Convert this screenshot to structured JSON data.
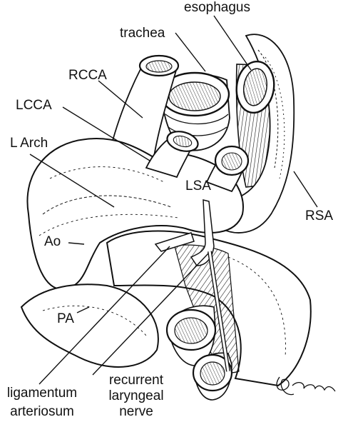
{
  "labels": {
    "esophagus": "esophagus",
    "trachea": "trachea",
    "rcca": "RCCA",
    "lcca": "LCCA",
    "l_arch": "L Arch",
    "lsa": "LSA",
    "rsa": "RSA",
    "ao": "Ao",
    "pa": "PA",
    "ligamentum_line1": "ligamentum",
    "ligamentum_line2": "arteriosum",
    "recurrent_line1": "recurrent",
    "recurrent_line2": "laryngeal",
    "recurrent_line3": "nerve"
  },
  "colors": {
    "ink": "#111111",
    "paper": "#ffffff",
    "shade": "#8a8a8a"
  }
}
